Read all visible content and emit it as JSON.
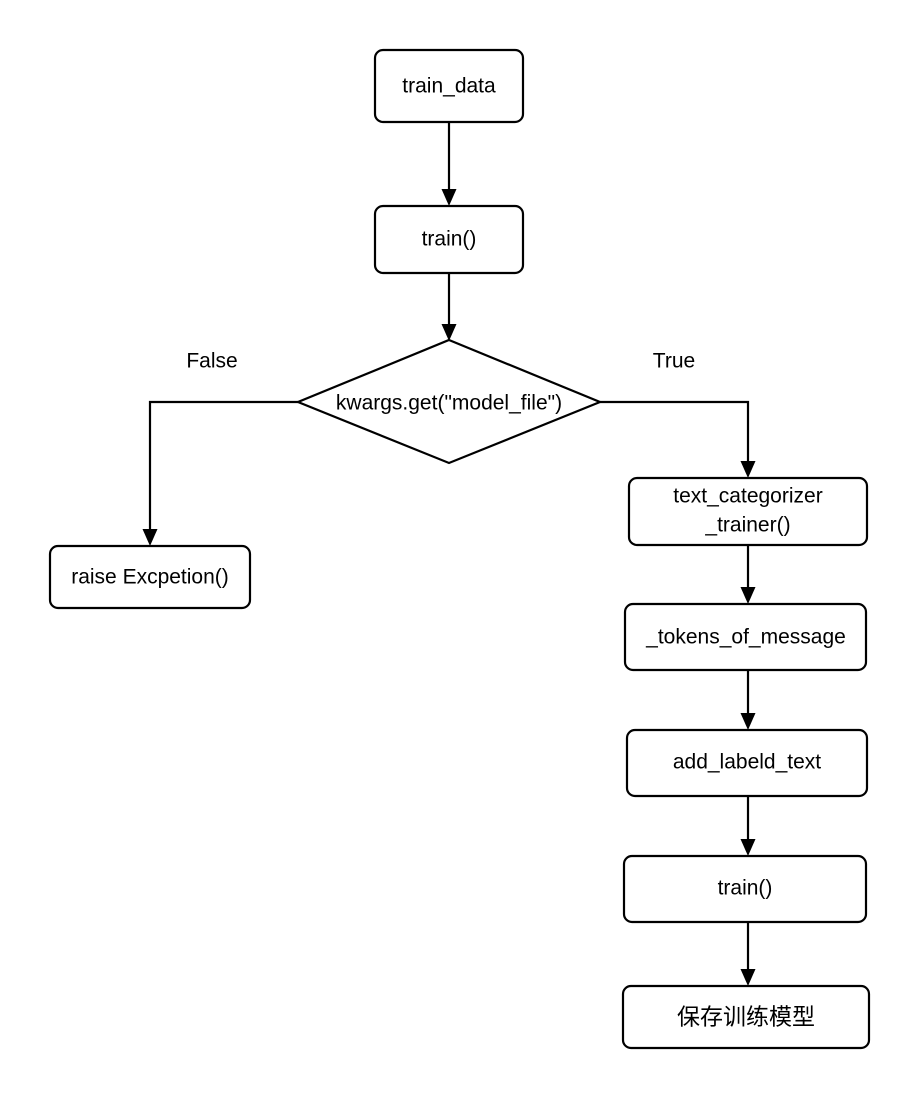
{
  "diagram": {
    "type": "flowchart",
    "title": "",
    "background_color": "#ffffff",
    "stroke_color": "#000000",
    "node_fill_color": "#ffffff",
    "nodes": {
      "train_data": {
        "label": "train_data",
        "shape": "rounded-rect"
      },
      "train_entry": {
        "label": "train()",
        "shape": "rounded-rect"
      },
      "decision": {
        "label": "kwargs.get(\"model_file\")",
        "shape": "diamond"
      },
      "raise_exception": {
        "label": "raise Excpetion()",
        "shape": "rounded-rect"
      },
      "text_categorizer_trainer_line1": {
        "label": "text_categorizer"
      },
      "text_categorizer_trainer_line2": {
        "label": "_trainer()"
      },
      "tokens_of_message": {
        "label": "_tokens_of_message",
        "shape": "rounded-rect"
      },
      "add_labeld_text": {
        "label": "add_labeld_text",
        "shape": "rounded-rect"
      },
      "train_inner": {
        "label": "train()",
        "shape": "rounded-rect"
      },
      "save_model": {
        "label": "保存训练模型",
        "shape": "rounded-rect"
      }
    },
    "edge_labels": {
      "false_branch": "False",
      "true_branch": "True"
    }
  }
}
